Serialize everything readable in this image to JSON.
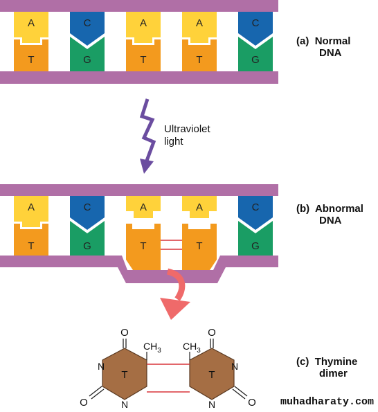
{
  "colors": {
    "backbone": "#b06fa6",
    "A": "#ffd23a",
    "T": "#f39a1e",
    "C": "#1766ae",
    "G": "#1a9d64",
    "arrow_uv": "#6b4da0",
    "arrow_result": "#ef6a6a",
    "bond": "#d9353a",
    "ring": "#a56e44"
  },
  "labels": {
    "normal": {
      "part": "(a)",
      "line1": "Normal",
      "line2": "DNA"
    },
    "abnormal": {
      "part": "(b)",
      "line1": "Abnormal",
      "line2": "DNA"
    },
    "dimer": {
      "part": "(c)",
      "line1": "Thymine",
      "line2": "dimer"
    },
    "uv_line1": "Ultraviolet",
    "uv_line2": "light"
  },
  "bases": {
    "top": [
      "A",
      "C",
      "A",
      "A",
      "C"
    ],
    "bottom": [
      "T",
      "G",
      "T",
      "T",
      "G"
    ]
  },
  "molecule": {
    "left_ring": "T",
    "right_ring": "T",
    "o_left_top": "O",
    "o_left_bottom": "O",
    "o_right_top": "O",
    "o_right_bottom": "O",
    "n_left_upper": "N",
    "n_left_lower": "N",
    "n_right_upper": "N",
    "n_right_lower": "N",
    "methyl_left": "CH",
    "methyl_right": "CH",
    "methyl_sub": "3"
  },
  "watermark": "muhadharaty.com"
}
